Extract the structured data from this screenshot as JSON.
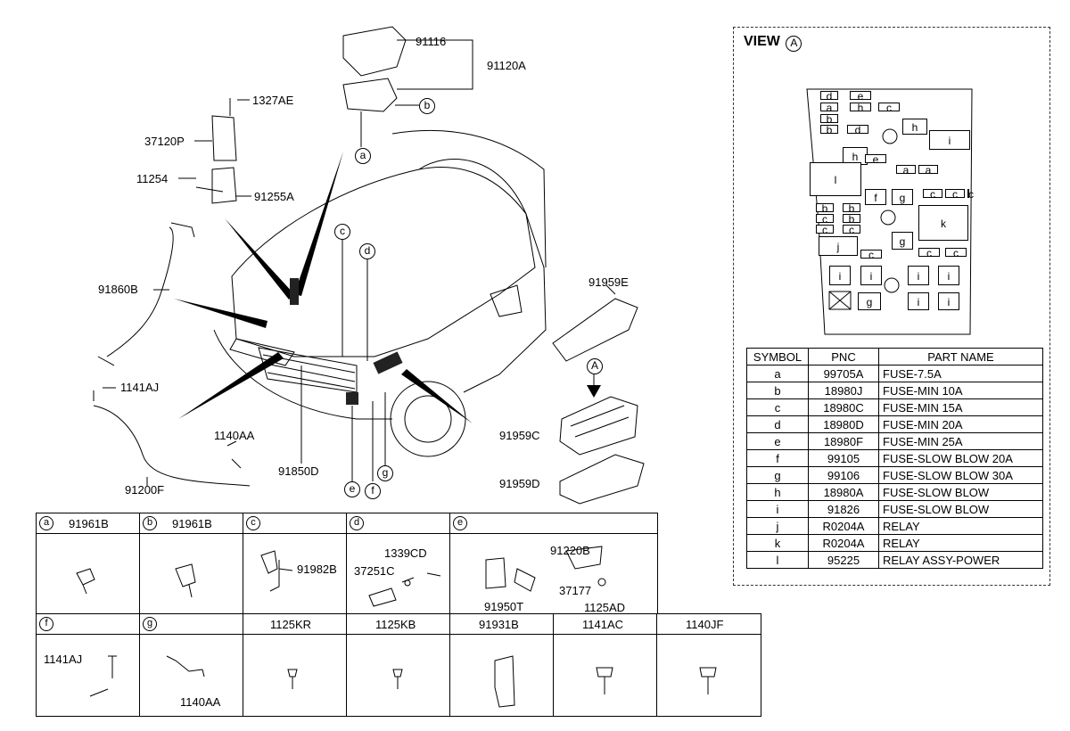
{
  "view": {
    "title": "VIEW",
    "marker": "A"
  },
  "main_labels": {
    "p91116": "91116",
    "p91120A": "91120A",
    "p1327AE": "1327AE",
    "p37120P": "37120P",
    "p11254": "11254",
    "p91255A": "91255A",
    "p91860B": "91860B",
    "p1141AJ": "1141AJ",
    "p1140AA": "1140AA",
    "p91200F": "91200F",
    "p91850D": "91850D",
    "p91959E": "91959E",
    "p91959C": "91959C",
    "p91959D": "91959D"
  },
  "bubbles": {
    "a": "a",
    "b": "b",
    "c": "c",
    "d": "d",
    "e": "e",
    "f": "f",
    "g": "g",
    "A": "A"
  },
  "table": {
    "headers": [
      "SYMBOL",
      "PNC",
      "PART NAME"
    ],
    "rows": [
      [
        "a",
        "99705A",
        "FUSE-7.5A"
      ],
      [
        "b",
        "18980J",
        "FUSE-MIN 10A"
      ],
      [
        "c",
        "18980C",
        "FUSE-MIN 15A"
      ],
      [
        "d",
        "18980D",
        "FUSE-MIN 20A"
      ],
      [
        "e",
        "18980F",
        "FUSE-MIN 25A"
      ],
      [
        "f",
        "99105",
        "FUSE-SLOW BLOW 20A"
      ],
      [
        "g",
        "99106",
        "FUSE-SLOW BLOW 30A"
      ],
      [
        "h",
        "18980A",
        "FUSE-SLOW BLOW"
      ],
      [
        "i",
        "91826",
        "FUSE-SLOW BLOW"
      ],
      [
        "j",
        "R0204A",
        "RELAY"
      ],
      [
        "k",
        "R0204A",
        "RELAY"
      ],
      [
        "l",
        "95225",
        "RELAY ASSY-POWER"
      ]
    ]
  },
  "fuse_box": {
    "slots": [
      "d",
      "e",
      "a",
      "h",
      "c",
      "b",
      "b",
      "d",
      "h",
      "i",
      "h",
      "e",
      "a",
      "a",
      "l",
      "f",
      "g",
      "c",
      "c",
      "c",
      "b",
      "b",
      "c",
      "b",
      "c",
      "c",
      "k",
      "j",
      "g",
      "c",
      "c",
      "c",
      "i",
      "i",
      "i",
      "i",
      "g",
      "i",
      "i"
    ]
  },
  "parts_grid": {
    "row1": [
      {
        "symbol": "a",
        "title": "91961B",
        "parts": []
      },
      {
        "symbol": "b",
        "title": "91961B",
        "parts": []
      },
      {
        "symbol": "c",
        "title": "",
        "parts": [
          "91982B"
        ]
      },
      {
        "symbol": "d",
        "title": "",
        "parts": [
          "1339CD",
          "37251C"
        ]
      },
      {
        "symbol": "e",
        "title": "",
        "parts": [
          "91220B",
          "37177",
          "1125AD",
          "91950T"
        ]
      }
    ],
    "row2": [
      {
        "symbol": "f",
        "title": "",
        "parts": [
          "1141AJ"
        ]
      },
      {
        "symbol": "g",
        "title": "",
        "parts": [
          "1140AA"
        ]
      },
      {
        "symbol": "",
        "title": "1125KR",
        "parts": []
      },
      {
        "symbol": "",
        "title": "1125KB",
        "parts": []
      },
      {
        "symbol": "",
        "title": "91931B",
        "parts": []
      },
      {
        "symbol": "",
        "title": "1141AC",
        "parts": []
      },
      {
        "symbol": "",
        "title": "1140JF",
        "parts": []
      }
    ]
  }
}
